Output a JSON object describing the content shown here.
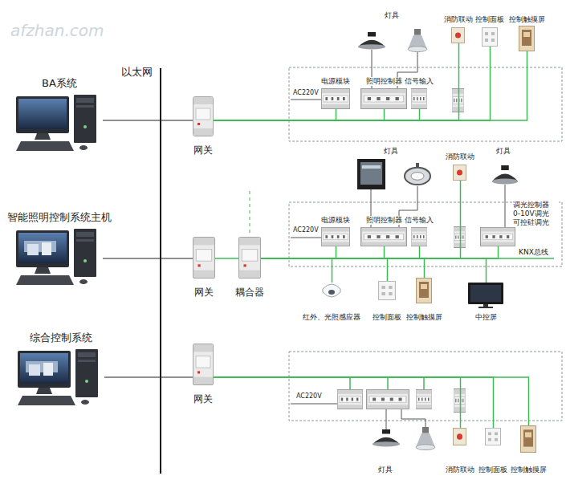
{
  "diagram": {
    "nodes": [
      {
        "text": [
          "BA系统"
        ]
      },
      {
        "text": [
          "网关"
        ]
      },
      {
        "text": [
          "电源模块"
        ]
      },
      {
        "text": [
          "照明控制器"
        ]
      },
      {
        "text": [
          "信号输入"
        ]
      },
      {
        "text": [
          "消防联动"
        ]
      },
      {
        "text": [
          "控制面板"
        ]
      },
      {
        "text": [
          "控制触摸屏"
        ]
      },
      {
        "text": [
          "智能照明控制系统主机"
        ]
      },
      {
        "text": [
          "网关"
        ]
      },
      {
        "text": [
          "耦合器"
        ]
      },
      {
        "text": [
          "电源模块"
        ]
      },
      {
        "text": [
          "照明控制器"
        ]
      },
      {
        "text": [
          "信号输入"
        ]
      },
      {
        "text": [
          "消防联动"
        ]
      },
      {
        "text": [
          "调光控制器",
          "0-10V调光 可控硅调光"
        ]
      },
      {
        "text": [
          "红外、光照感应器"
        ]
      },
      {
        "text": [
          "控制面板"
        ]
      },
      {
        "text": [
          "控制触摸屏"
        ]
      },
      {
        "text": [
          "中控屏"
        ]
      },
      {
        "text": [
          "综合控制系统"
        ]
      },
      {
        "text": [
          "网关"
        ]
      },
      {
        "text": [
          "消防联动"
        ]
      },
      {
        "text": [
          "控制面板"
        ]
      },
      {
        "text": [
          "控制触摸屏"
        ]
      }
    ],
    "edges": [
      {
        "from": 0,
        "to": 1,
        "arrow": "none"
      },
      {
        "from": 8,
        "to": 9,
        "arrow": "none"
      },
      {
        "from": 9,
        "to": 10,
        "arrow": "none"
      },
      {
        "from": 20,
        "to": 21,
        "arrow": "none"
      },
      {
        "from": 1,
        "to": 2,
        "arrow": "none"
      },
      {
        "from": 1,
        "to": 3,
        "arrow": "none"
      },
      {
        "from": 1,
        "to": 4,
        "arrow": "none"
      },
      {
        "from": 1,
        "to": 5,
        "arrow": "none"
      },
      {
        "from": 1,
        "to": 6,
        "arrow": "none"
      },
      {
        "from": 1,
        "to": 7,
        "arrow": "none"
      },
      {
        "from": 10,
        "to": 11,
        "arrow": "none"
      },
      {
        "from": 10,
        "to": 12,
        "arrow": "none"
      },
      {
        "from": 10,
        "to": 13,
        "arrow": "none"
      },
      {
        "from": 10,
        "to": 14,
        "arrow": "none"
      },
      {
        "from": 10,
        "to": 15,
        "arrow": "none"
      },
      {
        "from": 10,
        "to": 16,
        "arrow": "none"
      },
      {
        "from": 10,
        "to": 17,
        "arrow": "none"
      },
      {
        "from": 10,
        "to": 18,
        "arrow": "none"
      },
      {
        "from": 10,
        "to": 19,
        "arrow": "none"
      },
      {
        "from": 21,
        "to": 22,
        "arrow": "none"
      },
      {
        "from": 21,
        "to": 23,
        "arrow": "none"
      },
      {
        "from": 21,
        "to": 24,
        "arrow": "none"
      }
    ],
    "labels": [
      "afzhan.com",
      "以太网",
      "灯具",
      "AC220V",
      "灯具",
      "灯具",
      "AC220V",
      "KNX总线",
      "AC220V",
      "灯具"
    ]
  }
}
